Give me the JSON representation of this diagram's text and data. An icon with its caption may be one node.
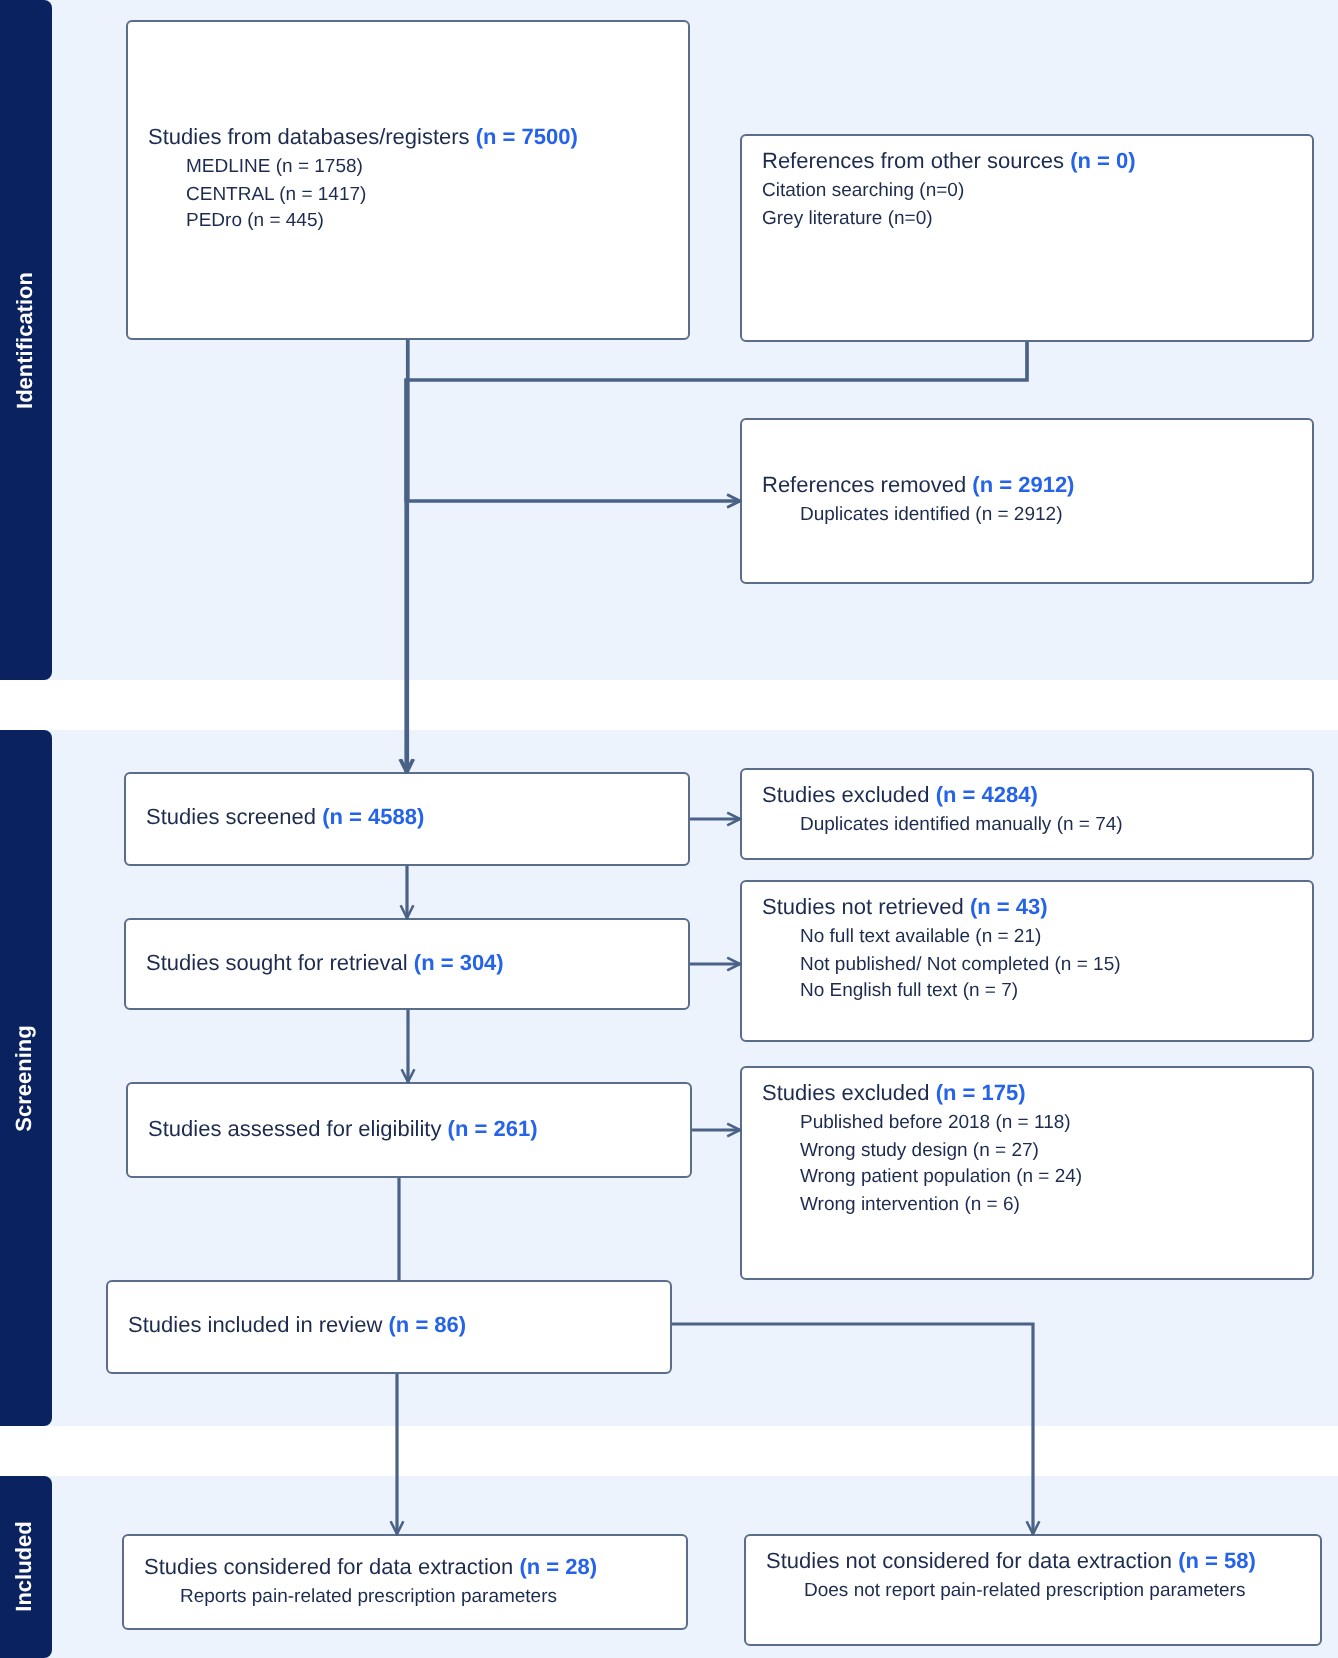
{
  "diagram": {
    "nodes": [
      {
        "text": [
          "Identification"
        ]
      },
      {
        "text": [
          "Studies from databases/registers **(n = 7500)**",
          "MEDLINE (n = 1758)",
          "CENTRAL (n = 1417)",
          "PEDro (n = 445)"
        ],
        "in": 0
      },
      {
        "text": [
          "References from other sources **(n = 0)**",
          "Citation searching (n=0)",
          "Grey literature (n=0)"
        ],
        "in": 0
      },
      {
        "text": [
          "References removed **(n = 2912)**",
          "Duplicates identified (n = 2912)"
        ],
        "in": 0
      },
      {
        "text": [
          "Screening"
        ]
      },
      {
        "text": [
          "Studies screened **(n = 4588)**"
        ],
        "in": 4
      },
      {
        "text": [
          "Studies excluded **(n = 4284)**",
          "Duplicates identified manually (n = 74)"
        ],
        "in": 4
      },
      {
        "text": [
          "Studies sought for retrieval **(n = 304)**"
        ],
        "in": 4
      },
      {
        "text": [
          "Studies not retrieved **(n = 43)**",
          "No full text available (n = 21)",
          "Not published/ Not completed (n = 15)",
          "No English full text (n = 7)"
        ],
        "in": 4
      },
      {
        "text": [
          "Studies assessed for eligibility **(n = 261)**"
        ],
        "in": 4
      },
      {
        "text": [
          "Studies excluded **(n = 175)**",
          "Published before 2018 (n = 118)",
          "Wrong study design (n = 27)",
          "Wrong patient population (n = 24)",
          "Wrong intervention (n = 6)"
        ],
        "in": 4
      },
      {
        "text": [
          "Studies included in review **(n = 86)**"
        ],
        "in": 4
      },
      {
        "text": [
          "Included"
        ]
      },
      {
        "text": [
          "Studies considered for data extraction **(n = 28)**",
          "Reports pain-related prescription parameters"
        ],
        "in": 12
      },
      {
        "text": [
          "Studies not considered for data extraction **(n = 58)**",
          "Does not report pain-related prescription parameters"
        ],
        "in": 12
      }
    ],
    "edges": [
      {
        "from": 1,
        "to": 5,
        "arrow": "to"
      },
      {
        "from": 2,
        "to": 5,
        "arrow": "to"
      },
      {
        "from": 1,
        "to": 3,
        "arrow": "to"
      },
      {
        "from": 2,
        "to": 3,
        "arrow": "to"
      },
      {
        "from": 5,
        "to": 6,
        "arrow": "to"
      },
      {
        "from": 5,
        "to": 7,
        "arrow": "to"
      },
      {
        "from": 7,
        "to": 8,
        "arrow": "to"
      },
      {
        "from": 7,
        "to": 9,
        "arrow": "to"
      },
      {
        "from": 9,
        "to": 10,
        "arrow": "to"
      },
      {
        "from": 9,
        "to": 11,
        "arrow": "none"
      },
      {
        "from": 11,
        "to": 13,
        "arrow": "to"
      },
      {
        "from": 11,
        "to": 14,
        "arrow": "to"
      }
    ]
  }
}
